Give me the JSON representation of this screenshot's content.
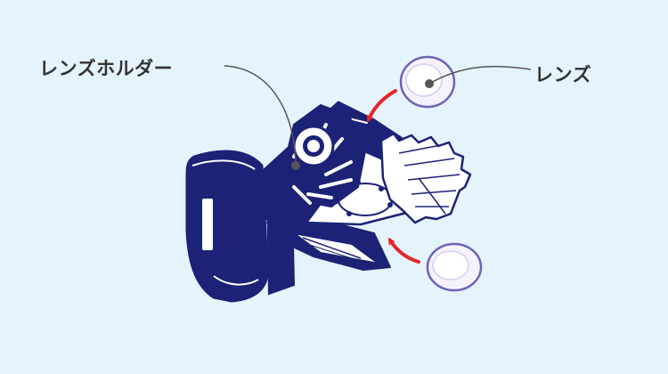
{
  "labels": {
    "lens_holder": "レンズホルダー",
    "lens": "レンズ"
  },
  "colors": {
    "background": "#e5f3fc",
    "body_navy": "#1c2276",
    "body_fill": "#ffffff",
    "arrow_red": "#e4262b",
    "leader_line": "#555555",
    "lens_rim": "#6d63b8",
    "lens_fill": "#f6f2fd",
    "text": "#333333"
  },
  "icons": {
    "direction": "curved-red-arrow",
    "pointer": "leader-dot"
  }
}
